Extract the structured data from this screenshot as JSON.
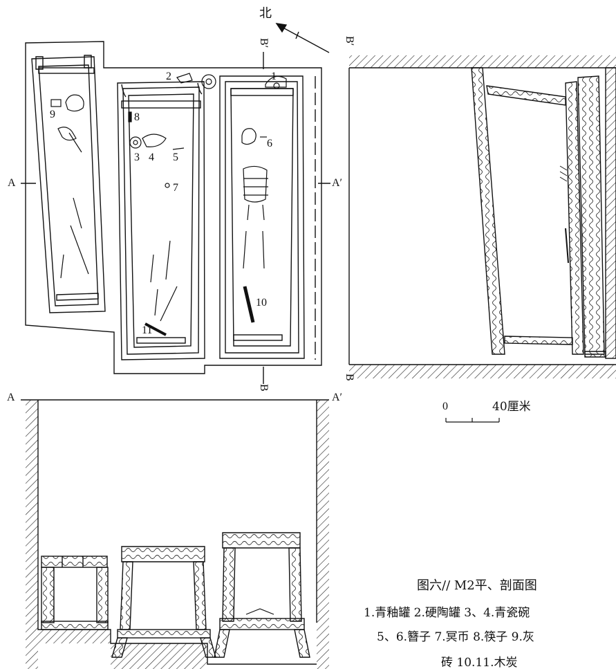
{
  "north": "北",
  "section_labels": {
    "a": "A",
    "a_prime": "A′",
    "b_prime": "B′",
    "b": "B"
  },
  "find_numbers": [
    "1",
    "2",
    "3",
    "4",
    "5",
    "6",
    "7",
    "8",
    "9",
    "10",
    "11"
  ],
  "scale": {
    "zero": "0",
    "length": "40厘米"
  },
  "caption": {
    "title": "图六// M2平、剖面图",
    "line1": "1.青釉罐 2.硬陶罐 3、4.青瓷碗",
    "line2": "5、6.簪子 7.冥币 8.筷子 9.灰",
    "line3": "砖 10.11.木炭"
  }
}
